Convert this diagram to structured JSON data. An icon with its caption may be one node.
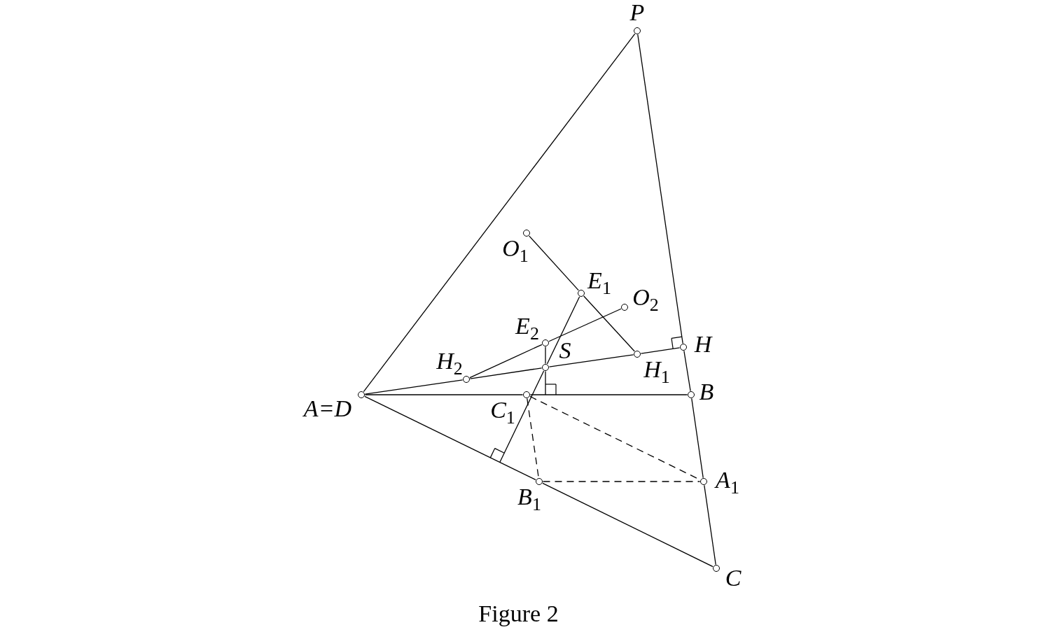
{
  "diagram": {
    "caption": "Figure 2",
    "nodes": [
      {
        "text": [
          "P"
        ]
      },
      {
        "text": [
          "O$_{1}$"
        ]
      },
      {
        "text": [
          "E$_{1}$"
        ]
      },
      {
        "text": [
          "O$_{2}$"
        ]
      },
      {
        "text": [
          "E$_{2}$"
        ]
      },
      {
        "text": [
          "H"
        ]
      },
      {
        "text": [
          "H$_{2}$"
        ]
      },
      {
        "text": [
          "S"
        ]
      },
      {
        "text": [
          "H$_{1}$"
        ]
      },
      {
        "text": [
          "A=D"
        ]
      },
      {
        "text": [
          "C$_{1}$"
        ]
      },
      {
        "text": [
          "B"
        ]
      },
      {
        "text": [
          "A$_{1}$"
        ]
      },
      {
        "text": [
          "B$_{1}$"
        ]
      },
      {
        "text": [
          "C"
        ]
      }
    ],
    "edges": [
      {
        "from": 0,
        "to": 9,
        "arrow": "none"
      },
      {
        "from": 0,
        "to": 5,
        "arrow": "none"
      },
      {
        "from": 5,
        "to": 11,
        "arrow": "none"
      },
      {
        "from": 11,
        "to": 12,
        "arrow": "none"
      },
      {
        "from": 12,
        "to": 14,
        "arrow": "none"
      },
      {
        "from": 9,
        "to": 10,
        "arrow": "none"
      },
      {
        "from": 10,
        "to": 11,
        "arrow": "none"
      },
      {
        "from": 9,
        "to": 13,
        "arrow": "none"
      },
      {
        "from": 13,
        "to": 14,
        "arrow": "none"
      },
      {
        "from": 9,
        "to": 6,
        "arrow": "none"
      },
      {
        "from": 6,
        "to": 7,
        "arrow": "none"
      },
      {
        "from": 7,
        "to": 8,
        "arrow": "none"
      },
      {
        "from": 8,
        "to": 5,
        "arrow": "none"
      },
      {
        "from": 1,
        "to": 2,
        "arrow": "none"
      },
      {
        "from": 2,
        "to": 8,
        "arrow": "none"
      },
      {
        "from": 6,
        "to": 4,
        "arrow": "none"
      },
      {
        "from": 4,
        "to": 3,
        "arrow": "none"
      },
      {
        "from": 2,
        "to": 7,
        "arrow": "none"
      },
      {
        "from": 7,
        "to": null,
        "arrow": "none"
      },
      {
        "from": 4,
        "to": 7,
        "arrow": "none"
      },
      {
        "from": 7,
        "to": null,
        "arrow": "none"
      },
      {
        "from": 10,
        "to": 13,
        "arrow": "none",
        "style": "dashed"
      },
      {
        "from": 10,
        "to": 12,
        "arrow": "none",
        "style": "dashed"
      },
      {
        "from": 13,
        "to": 12,
        "arrow": "none",
        "style": "dashed"
      }
    ]
  }
}
